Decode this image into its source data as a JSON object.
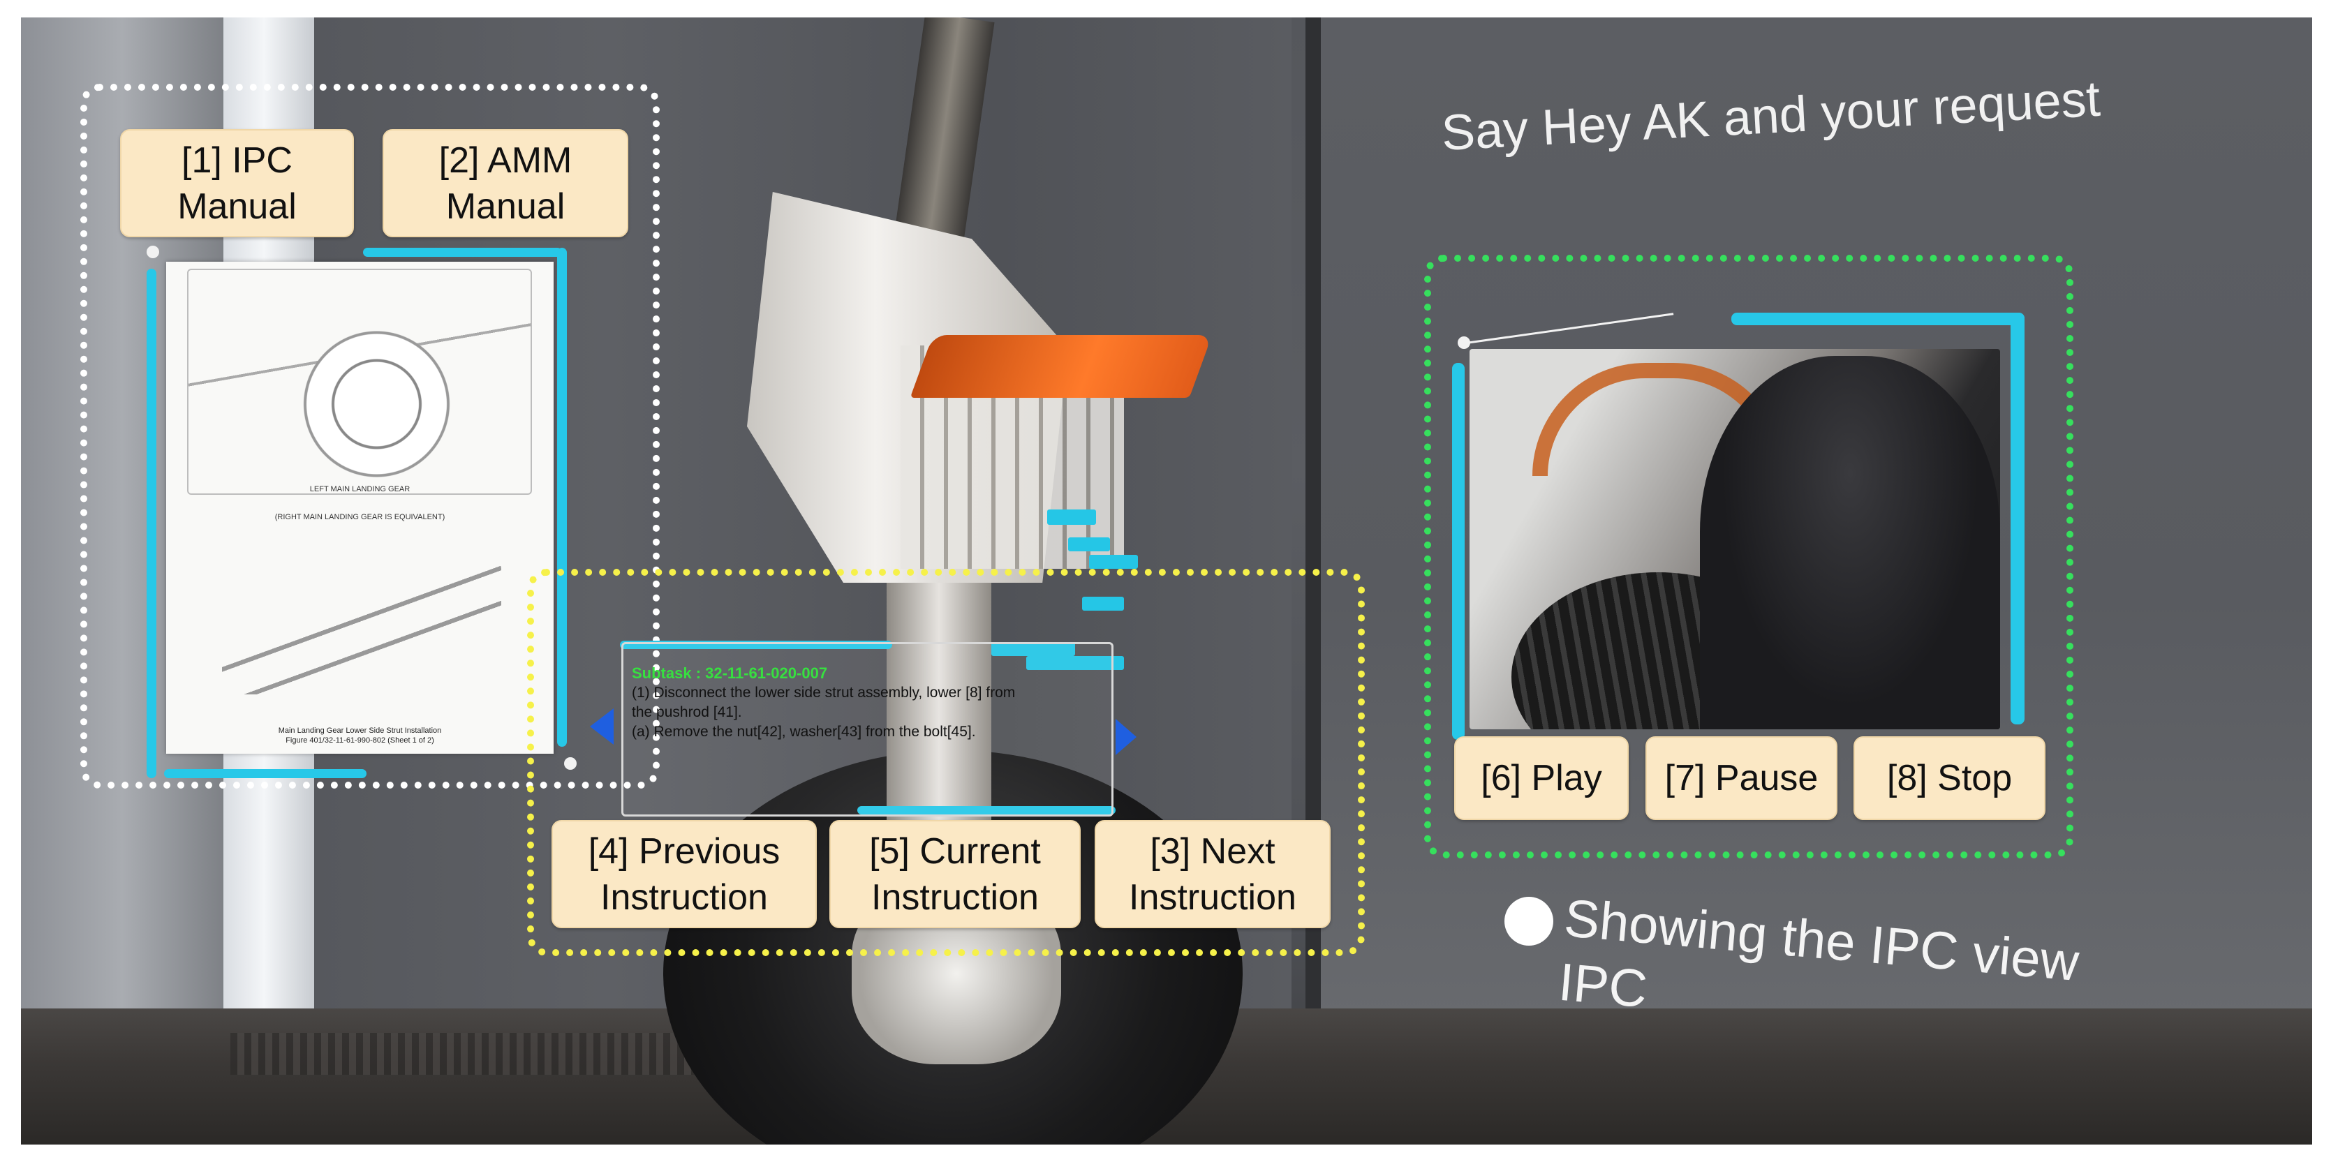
{
  "ipc_panel": {
    "buttons": [
      {
        "label": "[1] IPC\nManual"
      },
      {
        "label": "[2] AMM\nManual"
      }
    ],
    "figure_title_1": "LEFT MAIN LANDING GEAR",
    "figure_title_2": "(RIGHT MAIN LANDING GEAR IS EQUIVALENT)",
    "figure_caption": "Main Landing Gear Lower Side Strut Installation\nFigure 401/32-11-61-990-802   (Sheet 1 of 2)"
  },
  "task_panel": {
    "title": "Subtask : 32-11-61-020-007",
    "lines": [
      "(1) Disconnect the lower side strut assembly, lower [8] from",
      "the pushrod [41].",
      "(a) Remove the nut[42], washer[43] from the bolt[45]."
    ],
    "buttons": [
      {
        "label": "[4] Previous\nInstruction"
      },
      {
        "label": "[5] Current\nInstruction"
      },
      {
        "label": "[3] Next\nInstruction"
      }
    ]
  },
  "video_panel": {
    "buttons": [
      {
        "label": "[6] Play"
      },
      {
        "label": "[7] Pause"
      },
      {
        "label": "[8] Stop"
      }
    ]
  },
  "voice": {
    "prompt": "Say Hey AK and your request",
    "status": "Showing the IPC view\nIPC"
  },
  "colors": {
    "ar_accent": "#27c8e8",
    "button_fill": "#fbe8c5",
    "group_docs": "#ffffff",
    "group_instructions": "#f6f14a",
    "group_video": "#36e05d",
    "task_title": "#37e040"
  },
  "icons": [
    "previous-arrow-icon",
    "next-arrow-icon",
    "voice-status-dot-icon"
  ]
}
